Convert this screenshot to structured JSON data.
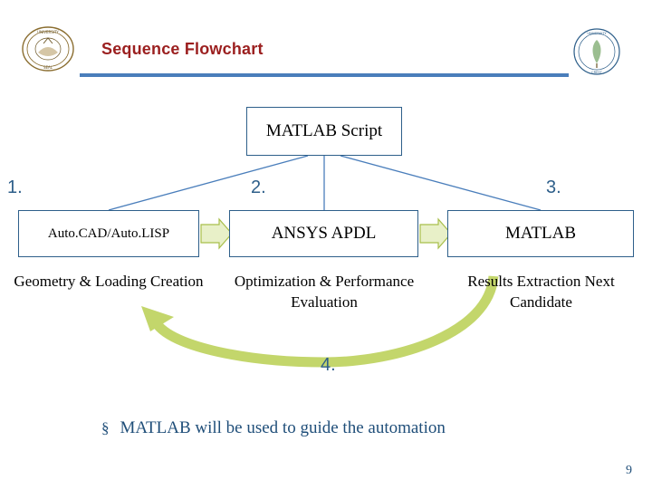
{
  "header": {
    "title": "Sequence Flowchart",
    "rule_color": "#4a7ebb",
    "title_color": "#9b1f1f",
    "left_logo_name": "university-seal-left",
    "right_logo_name": "university-seal-right"
  },
  "diagram": {
    "top_node": "MATLAB Script",
    "steps": [
      {
        "number": "1.",
        "box": "Auto.CAD/Auto.LISP",
        "caption": "Geometry & Loading Creation"
      },
      {
        "number": "2.",
        "box": "ANSYS APDL",
        "caption": "Optimization & Performance Evaluation"
      },
      {
        "number": "3.",
        "box": "MATLAB",
        "caption": "Results Extraction Next Candidate"
      }
    ],
    "loop_step_number": "4.",
    "box_border_color": "#2e5f8a",
    "connector_color": "#4a7ebb",
    "arrow_fill": "#e8f0c8",
    "arrow_stroke": "#a8bf4a",
    "loop_arrow_color": "#c3d66b"
  },
  "bullet": {
    "marker": "§",
    "text": "MATLAB will be used to guide the automation",
    "color": "#1f4e79"
  },
  "footer": {
    "page_number": "9"
  }
}
